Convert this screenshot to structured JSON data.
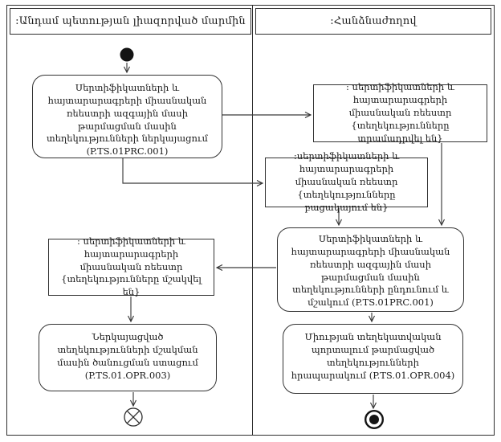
{
  "diagram": {
    "type": "uml-activity-swimlane",
    "ink_color": "#2e2e2e",
    "background_color": "#ffffff",
    "lanes": {
      "left": {
        "title": ":Անդամ պետության լիազորված մարմին"
      },
      "right": {
        "title": ":Հանձնաժողով"
      }
    },
    "nodes": {
      "submit": {
        "label": "Սերտիֆիկատների և հայտարարագրերի միասնական ռեեստրի ազգային մասի թարմացման մասին տեղեկությունների ներկայացում (P.TS.01PRC.001)"
      },
      "registry_provided": {
        "label": ": սերտիֆիկատների և հայտարարագրերի միասնական ռեեստր {տեղեկությունները տրամադրվել են}"
      },
      "registry_missing": {
        "label": ":սերտիֆիկատների և հայտարարագրերի միասնական ռեեստր {տեղեկությունները բացակայում են}"
      },
      "process": {
        "label": "Սերտիֆիկատների և հայտարարագրերի միասնական ռեեստրի ազգային մասի թարմացման մասին տեղեկությունների ընդունում և մշակում (P.TS.01PRC.001)"
      },
      "registry_processed": {
        "label": ": սերտիֆիկատների և հայտարարագրերի միասնական ռեեստր {տեղեկությունները մշակվել են}"
      },
      "receive_notification": {
        "label": "Ներկայացված տեղեկությունների մշակման մասին ծանուցման ստացում (P.TS.01.OPR.003)"
      },
      "publish": {
        "label": "Միության տեղեկատվական պորտալում թարմացված տեղեկությունների հրապարակում (P.TS.01.OPR.004)"
      }
    }
  }
}
